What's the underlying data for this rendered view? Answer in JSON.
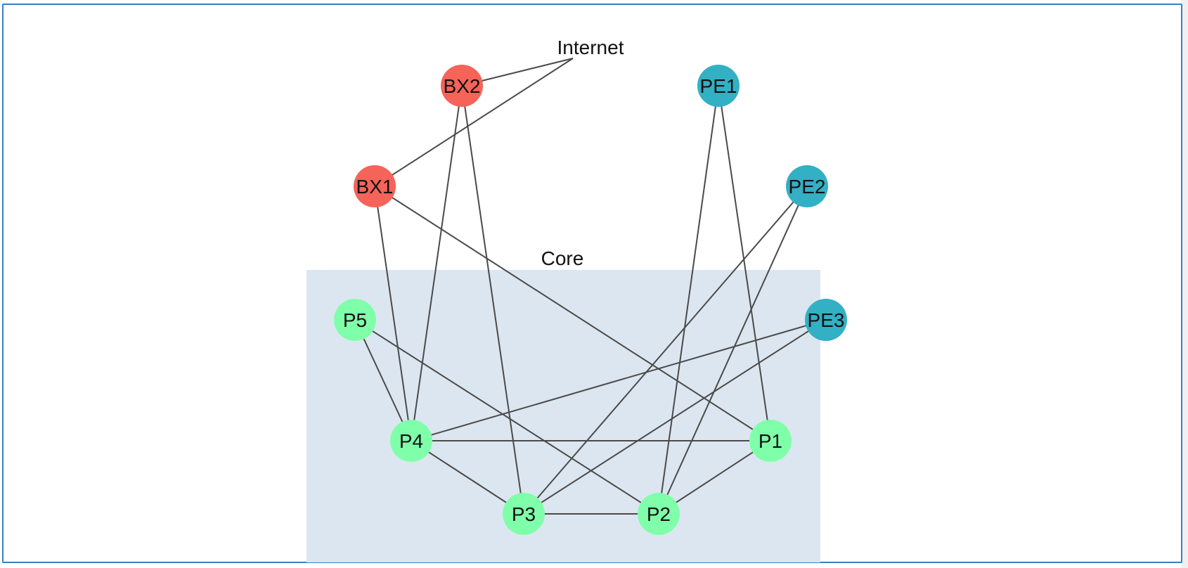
{
  "diagram": {
    "labels": {
      "internet": "Internet",
      "core": "Core"
    },
    "colors": {
      "border": "#3a7fc2",
      "core_region": "#dce6f0",
      "bx": "#f56359",
      "pe": "#33b0c4",
      "p": "#80ffaa"
    },
    "nodes": [
      {
        "id": "BX2",
        "label": "BX2",
        "group": "bx"
      },
      {
        "id": "BX1",
        "label": "BX1",
        "group": "bx"
      },
      {
        "id": "PE1",
        "label": "PE1",
        "group": "pe"
      },
      {
        "id": "PE2",
        "label": "PE2",
        "group": "pe"
      },
      {
        "id": "PE3",
        "label": "PE3",
        "group": "pe"
      },
      {
        "id": "P5",
        "label": "P5",
        "group": "p"
      },
      {
        "id": "P4",
        "label": "P4",
        "group": "p"
      },
      {
        "id": "P3",
        "label": "P3",
        "group": "p"
      },
      {
        "id": "P2",
        "label": "P2",
        "group": "p"
      },
      {
        "id": "P1",
        "label": "P1",
        "group": "p"
      }
    ],
    "edges": [
      [
        "Internet",
        "BX2"
      ],
      [
        "Internet",
        "BX1"
      ],
      [
        "BX2",
        "P4"
      ],
      [
        "BX2",
        "P3"
      ],
      [
        "BX1",
        "P4"
      ],
      [
        "BX1",
        "P1"
      ],
      [
        "PE1",
        "P2"
      ],
      [
        "PE1",
        "P1"
      ],
      [
        "PE2",
        "P3"
      ],
      [
        "PE2",
        "P2"
      ],
      [
        "PE3",
        "P4"
      ],
      [
        "PE3",
        "P3"
      ],
      [
        "P5",
        "P4"
      ],
      [
        "P5",
        "P2"
      ],
      [
        "P4",
        "P1"
      ],
      [
        "P4",
        "P3"
      ],
      [
        "P3",
        "P2"
      ],
      [
        "P2",
        "P1"
      ]
    ]
  }
}
